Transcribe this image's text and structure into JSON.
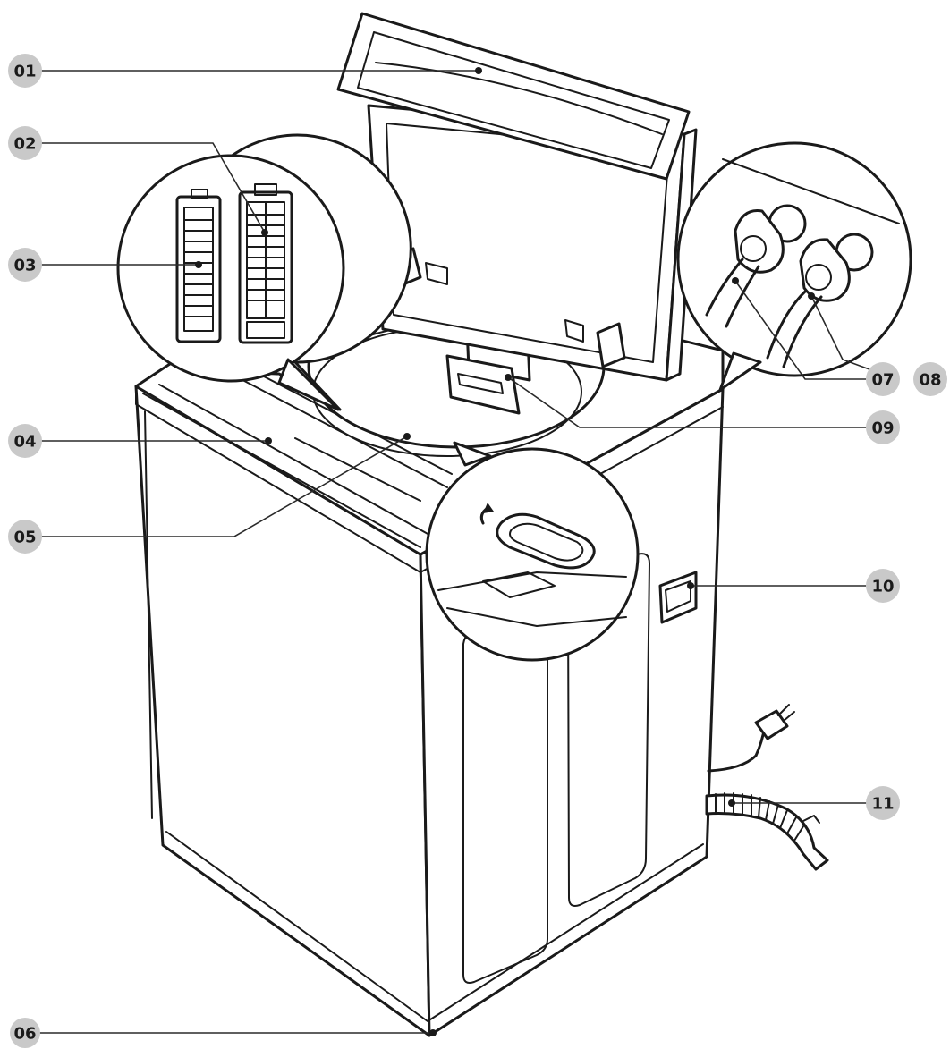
{
  "callouts": [
    {
      "id": "01",
      "label": "01"
    },
    {
      "id": "02",
      "label": "02"
    },
    {
      "id": "03",
      "label": "03"
    },
    {
      "id": "04",
      "label": "04"
    },
    {
      "id": "05",
      "label": "05"
    },
    {
      "id": "06",
      "label": "06"
    },
    {
      "id": "07",
      "label": "07"
    },
    {
      "id": "08",
      "label": "08"
    },
    {
      "id": "09",
      "label": "09"
    },
    {
      "id": "10",
      "label": "10"
    },
    {
      "id": "11",
      "label": "11"
    }
  ]
}
